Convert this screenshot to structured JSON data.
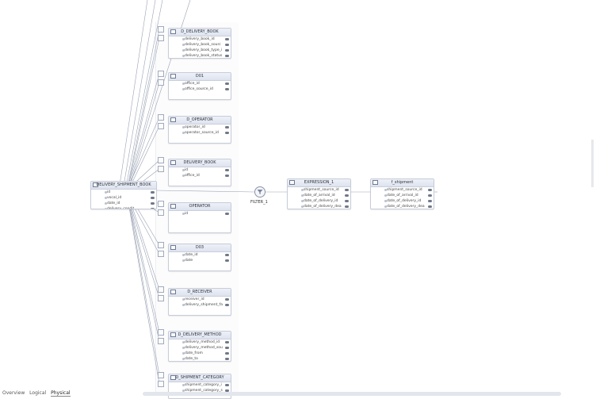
{
  "bottom_tabs": [
    "Overview",
    "Logical",
    "Physical"
  ],
  "active_tab": "Physical",
  "filter_label": "FILTER_1",
  "source_table": {
    "title": "DELIVERY_SHIPMENT_BOOK",
    "columns": [
      "id",
      "vocal_id",
      "date_id",
      "delivery_condit..."
    ]
  },
  "lookup_tables": [
    {
      "title": "D_DELIVERY_BOOK",
      "columns": [
        "delivery_book_id",
        "delivery_book_sourc",
        "delivery_book_type_i",
        "delivery_book_status"
      ]
    },
    {
      "title": "D01",
      "columns": [
        "office_id",
        "office_source_id"
      ]
    },
    {
      "title": "D_OPERATOR",
      "columns": [
        "operator_id",
        "operator_source_id"
      ]
    },
    {
      "title": "DELIVERY_BOOK",
      "columns": [
        "id",
        "office_id"
      ]
    },
    {
      "title": "OPERATOR",
      "columns": [
        "id"
      ]
    },
    {
      "title": "D03",
      "columns": [
        "date_id",
        "date"
      ]
    },
    {
      "title": "D_RECEIVER",
      "columns": [
        "receiver_id",
        "delivery_shipment_fa"
      ]
    },
    {
      "title": "D_DELIVERY_METHOD",
      "columns": [
        "delivery_method_id",
        "delivery_method_sou",
        "date_from",
        "date_to"
      ]
    },
    {
      "title": "D_SHIPMENT_CATEGORY",
      "columns": [
        "shipment_category_i",
        "shipment_category_s"
      ]
    }
  ],
  "expression_table": {
    "title": "EXPRESSION_1",
    "columns": [
      "shipment_source_id",
      "date_of_arrival_id",
      "date_of_delivery_id",
      "date_of_delivery_dea"
    ]
  },
  "target_table": {
    "title": "f_shipment",
    "columns": [
      "shipment_source_id",
      "date_of_arrival_id",
      "date_of_delivery_id",
      "date_of_delivery_dea"
    ]
  }
}
